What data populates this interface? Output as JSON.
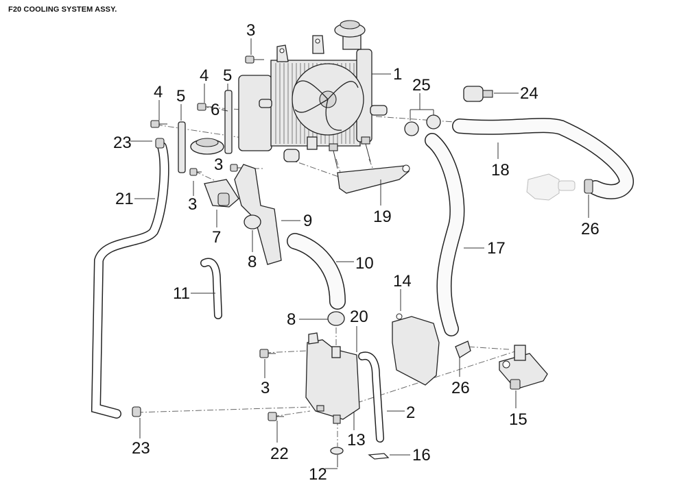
{
  "title": "F20 COOLING SYSTEM ASSY.",
  "callouts": [
    {
      "name": "callout-1",
      "text": "1"
    },
    {
      "name": "callout-2",
      "text": "2"
    },
    {
      "name": "callout-3-top",
      "text": "3"
    },
    {
      "name": "callout-3-mid",
      "text": "3"
    },
    {
      "name": "callout-3-left",
      "text": "3"
    },
    {
      "name": "callout-3-bottom",
      "text": "3"
    },
    {
      "name": "callout-4-left",
      "text": "4"
    },
    {
      "name": "callout-4-right",
      "text": "4"
    },
    {
      "name": "callout-5-left",
      "text": "5"
    },
    {
      "name": "callout-5-right",
      "text": "5"
    },
    {
      "name": "callout-6",
      "text": "6"
    },
    {
      "name": "callout-7",
      "text": "7"
    },
    {
      "name": "callout-8-upper",
      "text": "8"
    },
    {
      "name": "callout-8-lower",
      "text": "8"
    },
    {
      "name": "callout-9",
      "text": "9"
    },
    {
      "name": "callout-10",
      "text": "10"
    },
    {
      "name": "callout-11",
      "text": "11"
    },
    {
      "name": "callout-12",
      "text": "12"
    },
    {
      "name": "callout-13",
      "text": "13"
    },
    {
      "name": "callout-14",
      "text": "14"
    },
    {
      "name": "callout-15",
      "text": "15"
    },
    {
      "name": "callout-16",
      "text": "16"
    },
    {
      "name": "callout-17",
      "text": "17"
    },
    {
      "name": "callout-18",
      "text": "18"
    },
    {
      "name": "callout-19",
      "text": "19"
    },
    {
      "name": "callout-20",
      "text": "20"
    },
    {
      "name": "callout-21",
      "text": "21"
    },
    {
      "name": "callout-22",
      "text": "22"
    },
    {
      "name": "callout-23-top",
      "text": "23"
    },
    {
      "name": "callout-23-bottom",
      "text": "23"
    },
    {
      "name": "callout-24",
      "text": "24"
    },
    {
      "name": "callout-25",
      "text": "25"
    },
    {
      "name": "callout-26-right",
      "text": "26"
    },
    {
      "name": "callout-26-lower",
      "text": "26"
    }
  ]
}
